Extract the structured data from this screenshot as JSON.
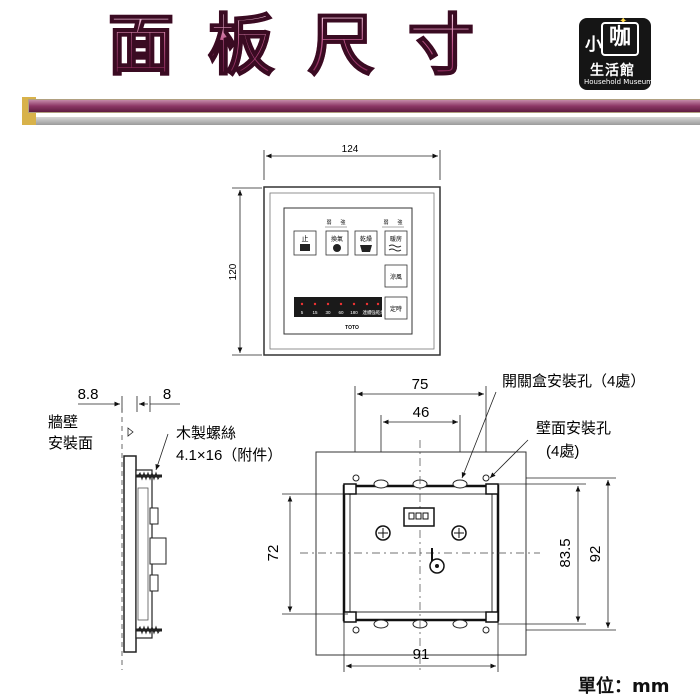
{
  "header": {
    "title_chars": [
      "面",
      "板",
      "尺",
      "寸"
    ]
  },
  "logo": {
    "small_char": "小",
    "big_char": "咖",
    "name": "生活館",
    "sub": "Household Museum"
  },
  "front_panel": {
    "width_label": "124",
    "height_label": "120",
    "buttons": [
      {
        "label": "止"
      },
      {
        "label": "換氣"
      },
      {
        "label": "乾燥"
      },
      {
        "label": "暖房"
      },
      {
        "label": "涼風"
      },
      {
        "label": "定時"
      }
    ],
    "top_labels": [
      "弱",
      "強",
      "弱",
      "強"
    ],
    "timer_values": [
      "5",
      "15",
      "30",
      "60",
      "180",
      "連續",
      "強乾燥"
    ],
    "brand": "TOTO"
  },
  "side_view": {
    "dim_left": "8.8",
    "dim_right": "8",
    "wall_label_line1": "牆壁",
    "wall_label_line2": "安裝面",
    "screw_label_line1": "木製螺絲",
    "screw_label_line2": "4.1×16（附件）"
  },
  "back_view": {
    "dim_75": "75",
    "dim_46": "46",
    "dim_72": "72",
    "dim_83_5": "83.5",
    "dim_92": "92",
    "dim_91": "91",
    "switch_box_holes": "開關盒安裝孔（4處）",
    "wall_holes_line1": "壁面安裝孔",
    "wall_holes_line2": "(4處)"
  },
  "unit_label": "單位：mm"
}
